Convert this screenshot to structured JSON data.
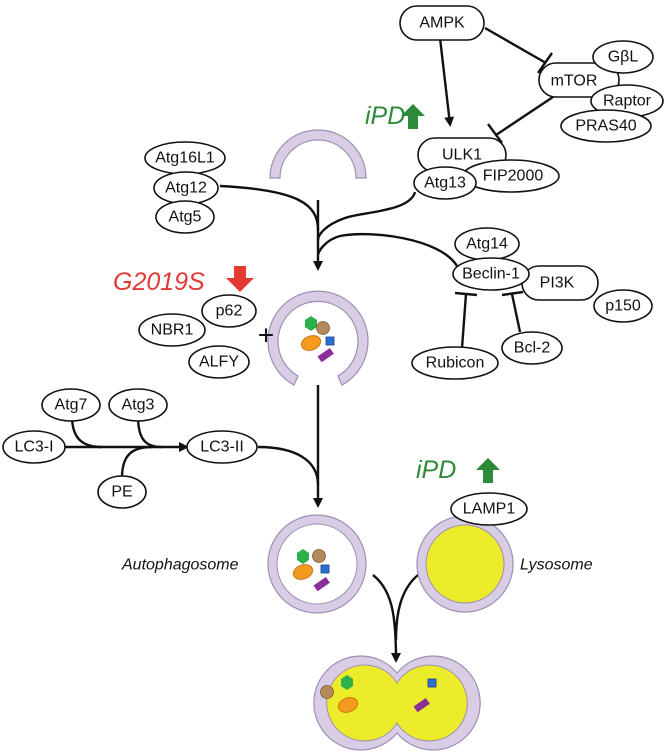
{
  "nodes": {
    "ampk": "AMPK",
    "gbl": "GβL",
    "mtor": "mTOR",
    "raptor": "Raptor",
    "pras40": "PRAS40",
    "ulk1": "ULK1",
    "atg13": "Atg13",
    "fip2000": "FIP2000",
    "atg16l1": "Atg16L1",
    "atg12": "Atg12",
    "atg5": "Atg5",
    "atg14": "Atg14",
    "beclin1": "Beclin-1",
    "pi3k": "PI3K",
    "p150": "p150",
    "rubicon": "Rubicon",
    "bcl2": "Bcl-2",
    "p62": "p62",
    "nbr1": "NBR1",
    "alfy": "ALFY",
    "atg7": "Atg7",
    "atg3": "Atg3",
    "lc3i": "LC3-I",
    "lc3ii": "LC3-II",
    "pe": "PE",
    "lamp1": "LAMP1"
  },
  "labels": {
    "ipd_top": "iPD",
    "ipd_lamp": "iPD",
    "g2019s": "G2019S",
    "plus": "+",
    "autophagosome": "Autophagosome",
    "lysosome": "Lysosome"
  },
  "colors": {
    "ipd_arrow": "#2c8a3a",
    "g2019s_arrow": "#e23a33",
    "membrane": "#d9cde6",
    "lysosome_lumen": "#ecec2a",
    "cargo_green_hexagon": "#2bb04a",
    "cargo_tan_circle": "#b48a5c",
    "cargo_orange_ellipse": "#f39a1f",
    "cargo_blue_square": "#2a6fd1",
    "cargo_purple_rect": "#8a2f9a"
  },
  "icons": {
    "ipd_top_arrow": "up-arrow-icon",
    "ipd_lamp_arrow": "up-arrow-icon",
    "g2019s_arrow": "down-arrow-icon"
  }
}
